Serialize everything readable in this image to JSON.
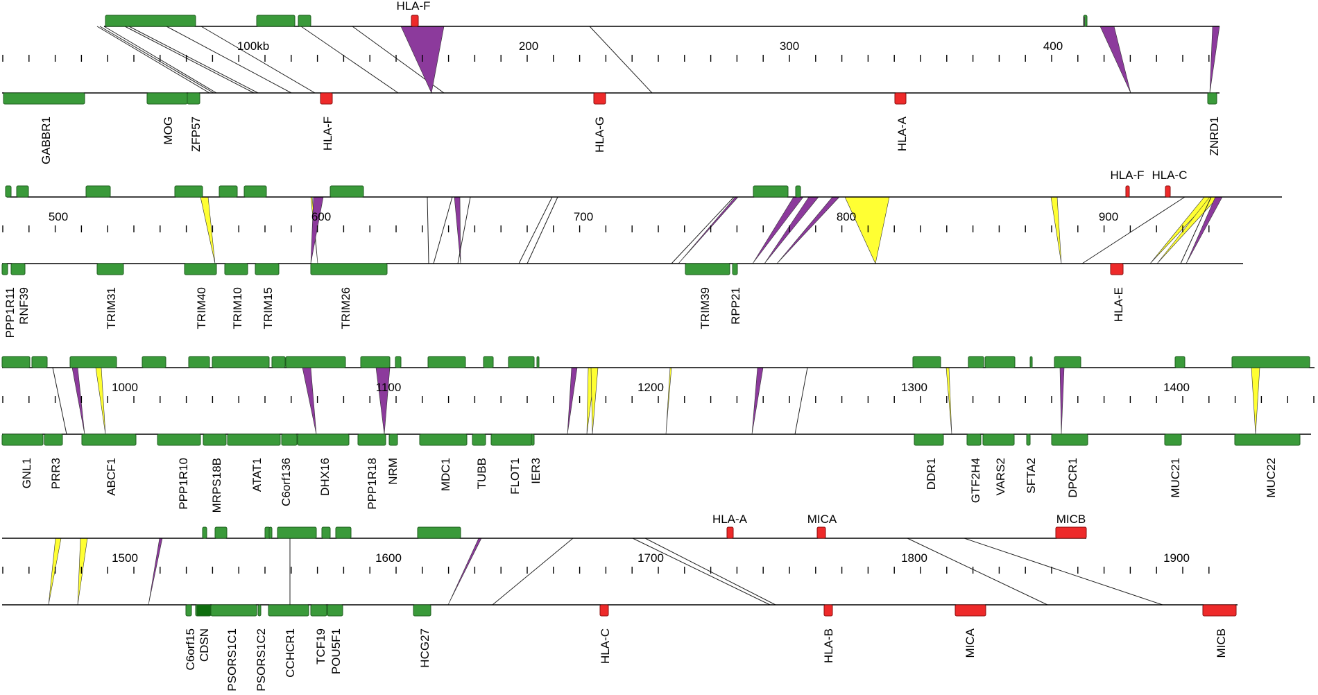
{
  "colors": {
    "gene": "#3a9a3a",
    "gene_stroke": "#1e5e1e",
    "gene_dark": "#0e6e0e",
    "hla": "#ee2a2a",
    "hla_stroke": "#8a0e0e",
    "inversion": "#8c3a9c",
    "yellow": "#ffff33",
    "axis": "#000000"
  },
  "tracks": [
    {
      "top_labels": [
        "HLA-F"
      ],
      "tick_labels": [
        "100kb",
        "200",
        "300",
        "400"
      ],
      "bottom_labels": [
        "GABBR1",
        "MOG",
        "ZFP57",
        "HLA-F",
        "HLA-G",
        "HLA-A",
        "ZNRD1"
      ]
    },
    {
      "top_labels": [
        "HLA-F",
        "HLA-C"
      ],
      "tick_labels": [
        "500",
        "600",
        "700",
        "800",
        "900"
      ],
      "bottom_labels": [
        "PPP1R11",
        "RNF39",
        "TRIM31",
        "TRIM40",
        "TRIM10",
        "TRIM15",
        "TRIM26",
        "TRIM39",
        "RPP21",
        "HLA-E"
      ]
    },
    {
      "top_labels": [],
      "tick_labels": [
        "1000",
        "1100",
        "1200",
        "1300",
        "1400"
      ],
      "bottom_labels": [
        "GNL1",
        "PRR3",
        "ABCF1",
        "PPP1R10",
        "MRPS18B",
        "ATAT1",
        "C6orf136",
        "DHX16",
        "PPP1R18",
        "NRM",
        "MDC1",
        "TUBB",
        "FLOT1",
        "IER3",
        "DDR1",
        "GTF2H4",
        "VARS2",
        "SFTA2",
        "DPCR1",
        "MUC21",
        "MUC22"
      ]
    },
    {
      "top_labels": [
        "HLA-A",
        "MICA",
        "MICB"
      ],
      "tick_labels": [
        "1500",
        "1600",
        "1700",
        "1800",
        "1900"
      ],
      "bottom_labels": [
        "C6orf15",
        "CDSN",
        "PSORS1C1",
        "PSORS1C2",
        "CCHCR1",
        "TCF19",
        "POU5F1",
        "HCG27",
        "HLA-C",
        "HLA-B",
        "MICA",
        "MICB"
      ]
    }
  ]
}
